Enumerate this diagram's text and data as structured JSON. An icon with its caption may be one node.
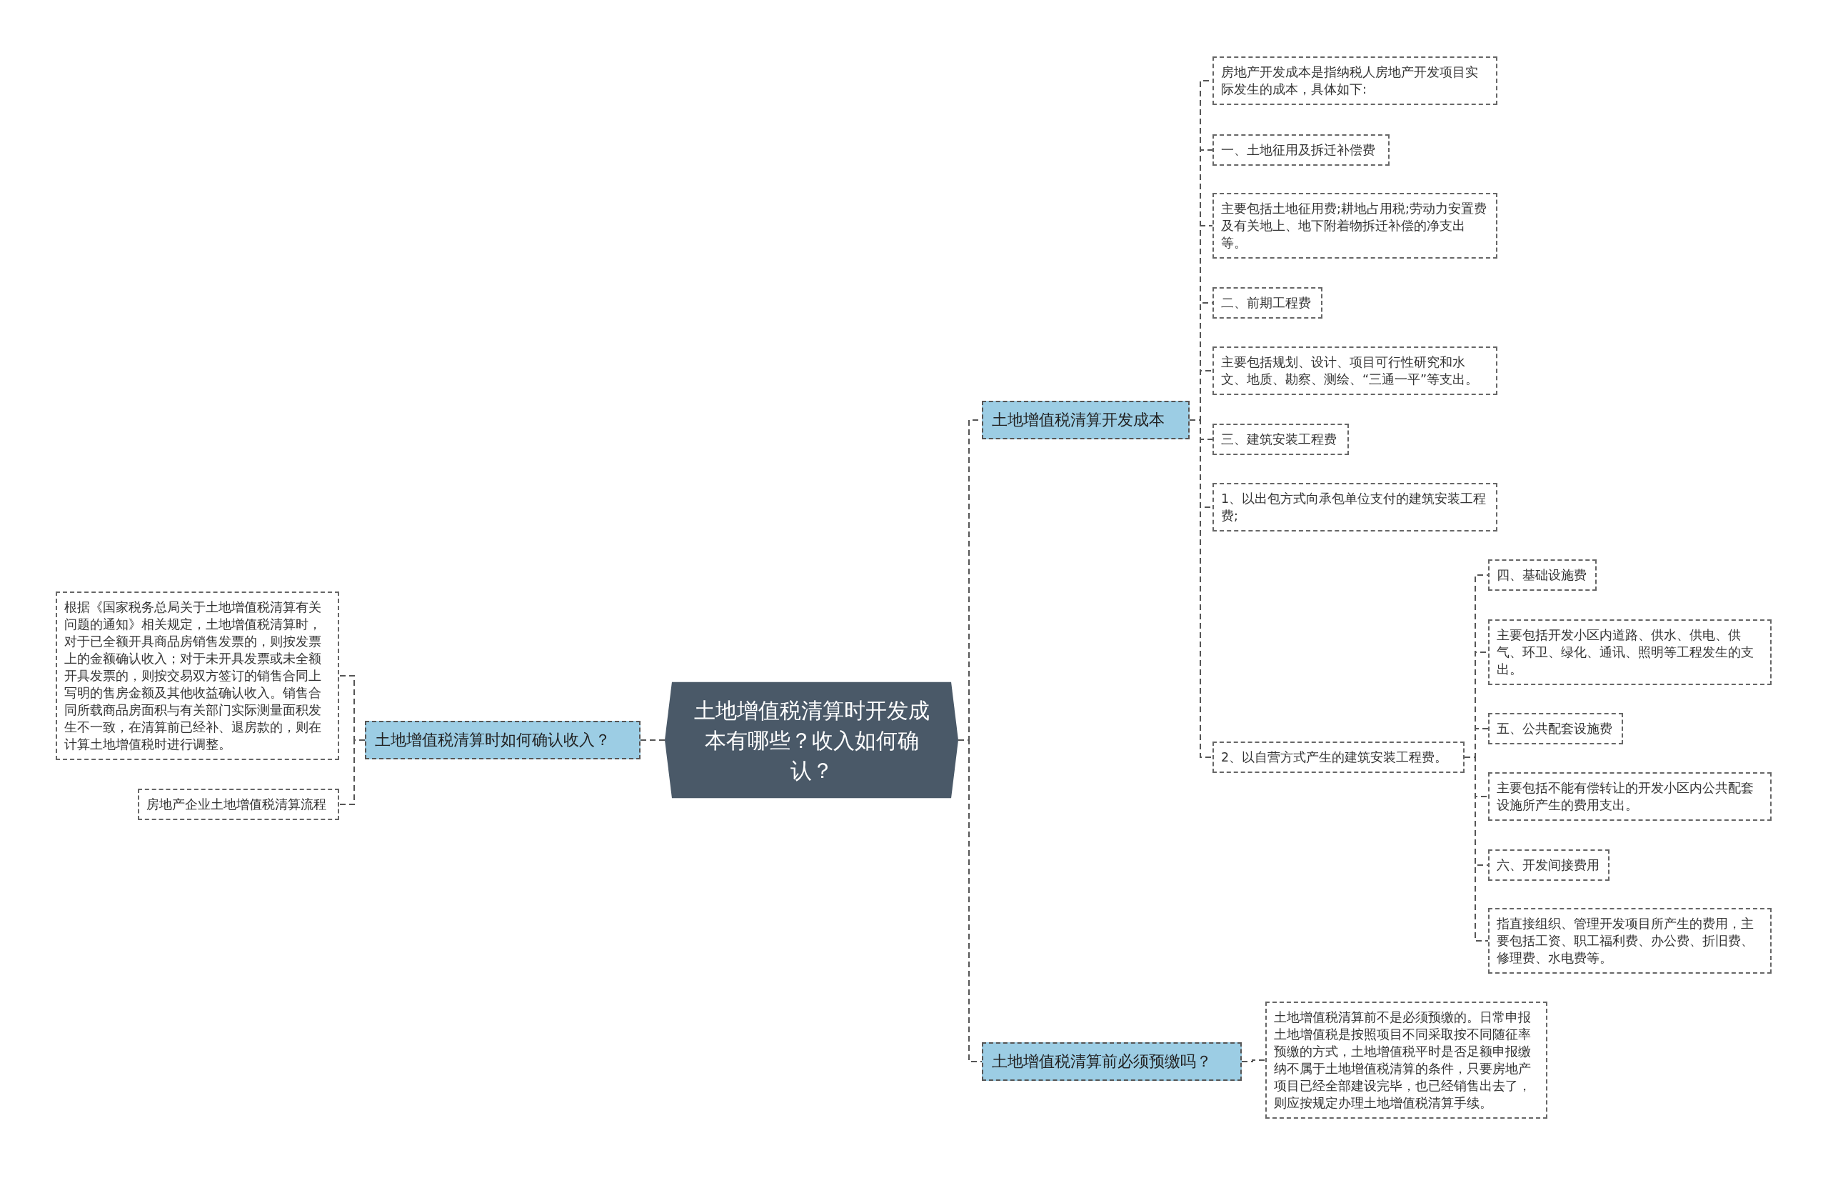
{
  "diagram": {
    "nodes": [
      {
        "text": [
          "土地增值税清算时开发成本有哪些？收入如何确认？"
        ]
      },
      {
        "text": [
          "土地增值税清算开发成本"
        ]
      },
      {
        "text": [
          "房地产开发成本是指纳税人房地产开发项目实际发生的成本，具体如下:"
        ]
      },
      {
        "text": [
          "一、土地征用及拆迁补偿费"
        ]
      },
      {
        "text": [
          "主要包括土地征用费;耕地占用税;劳动力安置费及有关地上、地下附着物拆迁补偿的净支出等。"
        ]
      },
      {
        "text": [
          "二、前期工程费"
        ]
      },
      {
        "text": [
          "主要包括规划、设计、项目可行性研究和水文、地质、勘察、测绘、“三通一平”等支出。"
        ]
      },
      {
        "text": [
          "三、建筑安装工程费"
        ]
      },
      {
        "text": [
          "1、以出包方式向承包单位支付的建筑安装工程费;"
        ]
      },
      {
        "text": [
          "2、以自营方式产生的建筑安装工程费。"
        ]
      },
      {
        "text": [
          "四、基础设施费"
        ]
      },
      {
        "text": [
          "主要包括开发小区内道路、供水、供电、供气、环卫、绿化、通讯、照明等工程发生的支出。"
        ]
      },
      {
        "text": [
          "五、公共配套设施费"
        ]
      },
      {
        "text": [
          "主要包括不能有偿转让的开发小区内公共配套设施所产生的费用支出。"
        ]
      },
      {
        "text": [
          "六、开发间接费用"
        ]
      },
      {
        "text": [
          "指直接组织、管理开发项目所产生的费用，主要包括工资、职工福利费、办公费、折旧费、修理费、水电费等。"
        ]
      },
      {
        "text": [
          "土地增值税清算前必须预缴吗？"
        ]
      },
      {
        "text": [
          "土地增值税清算前不是必须预缴的。日常申报土地增值税是按照项目不同采取按不同随征率预缴的方式，土地增值税平时是否足额申报缴纳不属于土地增值税清算的条件，只要房地产项目已经全部建设完毕，也已经销售出去了，则应按规定办理土地增值税清算手续。"
        ]
      },
      {
        "text": [
          "土地增值税清算时如何确认收入？"
        ]
      },
      {
        "text": [
          "根据《国家税务总局关于土地增值税清算有关问题的通知》相关规定，土地增值税清算时，对于已全额开具商品房销售发票的，则按发票上的金额确认收入；对于未开具发票或未全额开具发票的，则按交易双方签订的销售合同上写明的售房金额及其他收益确认收入。销售合同所载商品房面积与有关部门实际测量面积发生不一致，在清算前已经补、退房款的，则在计算土地增值税时进行调整。"
        ]
      },
      {
        "text": [
          "房地产企业土地增值税清算流程"
        ]
      }
    ],
    "edges": [
      {
        "from": 0,
        "to": 1,
        "arrow": "none",
        "style": "dashed"
      },
      {
        "from": 1,
        "to": 2,
        "arrow": "none",
        "style": "dashed"
      },
      {
        "from": 1,
        "to": 3,
        "arrow": "none",
        "style": "dashed"
      },
      {
        "from": 1,
        "to": 4,
        "arrow": "none",
        "style": "dashed"
      },
      {
        "from": 1,
        "to": 5,
        "arrow": "none",
        "style": "dashed"
      },
      {
        "from": 1,
        "to": 6,
        "arrow": "none",
        "style": "dashed"
      },
      {
        "from": 1,
        "to": 7,
        "arrow": "none",
        "style": "dashed"
      },
      {
        "from": 1,
        "to": 8,
        "arrow": "none",
        "style": "dashed"
      },
      {
        "from": 1,
        "to": 9,
        "arrow": "none",
        "style": "dashed"
      },
      {
        "from": 9,
        "to": 10,
        "arrow": "none",
        "style": "dashed"
      },
      {
        "from": 9,
        "to": 11,
        "arrow": "none",
        "style": "dashed"
      },
      {
        "from": 9,
        "to": 12,
        "arrow": "none",
        "style": "dashed"
      },
      {
        "from": 9,
        "to": 13,
        "arrow": "none",
        "style": "dashed"
      },
      {
        "from": 9,
        "to": 14,
        "arrow": "none",
        "style": "dashed"
      },
      {
        "from": 9,
        "to": 15,
        "arrow": "none",
        "style": "dashed"
      },
      {
        "from": 0,
        "to": 16,
        "arrow": "none",
        "style": "dashed"
      },
      {
        "from": 16,
        "to": 17,
        "arrow": "none",
        "style": "dashed"
      },
      {
        "from": 0,
        "to": 18,
        "arrow": "none",
        "style": "dashed"
      },
      {
        "from": 18,
        "to": 19,
        "arrow": "none",
        "style": "dashed"
      },
      {
        "from": 18,
        "to": 20,
        "arrow": "none",
        "style": "dashed"
      }
    ]
  }
}
